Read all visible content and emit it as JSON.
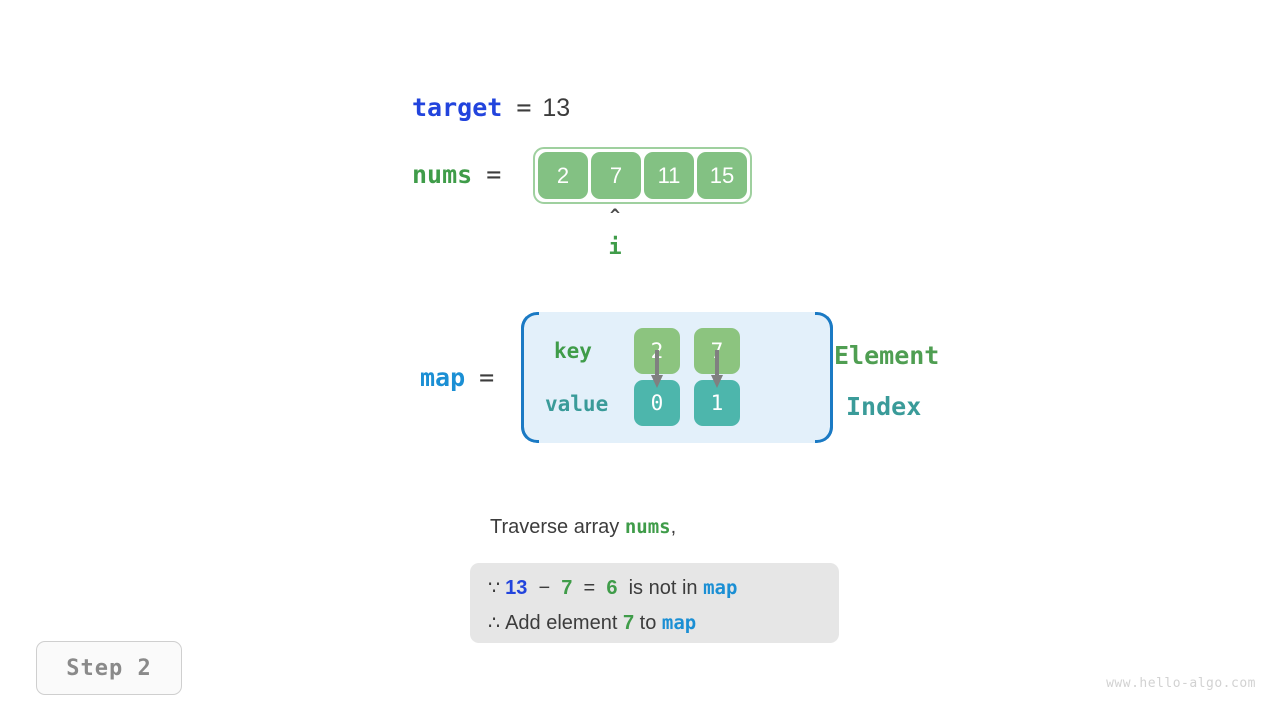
{
  "target": {
    "label": "target",
    "equals": "=",
    "value": "13"
  },
  "nums": {
    "label": "nums",
    "equals": "=",
    "cells": [
      "2",
      "7",
      "11",
      "15"
    ],
    "pointer": {
      "caret": "^",
      "label": "i",
      "index": 1
    }
  },
  "map": {
    "label": "map",
    "equals": "=",
    "key_label": "key",
    "value_label": "value",
    "keys": [
      "2",
      "7"
    ],
    "values": [
      "0",
      "1"
    ],
    "element_label": "Element",
    "index_label": "Index"
  },
  "caption": {
    "prefix": "Traverse array ",
    "keyword": "nums",
    "suffix": ","
  },
  "explanation": {
    "line1": {
      "symbol": "∵",
      "a": "13",
      "minus": "−",
      "b": "7",
      "eq": "=",
      "result": "6",
      "tail": "is not in ",
      "map": "map"
    },
    "line2": {
      "symbol": "∴",
      "text_before": "Add element ",
      "value": "7",
      "text_mid": " to ",
      "map": "map"
    }
  },
  "step_badge": {
    "text": "Step 2"
  },
  "watermark": {
    "text": "www.hello-algo.com"
  },
  "colors": {
    "blue_keyword": "#2244dd",
    "green_keyword": "#3f9c49",
    "cyan_keyword": "#1b8fd4",
    "array_cell": "#83c183",
    "map_key_cell": "#8cc47f",
    "map_value_cell": "#4db6ac",
    "map_bg": "#e3f0fa",
    "map_border": "#1b7ac4",
    "explain_bg": "#e6e6e6",
    "teal_label": "#3a9b99"
  }
}
